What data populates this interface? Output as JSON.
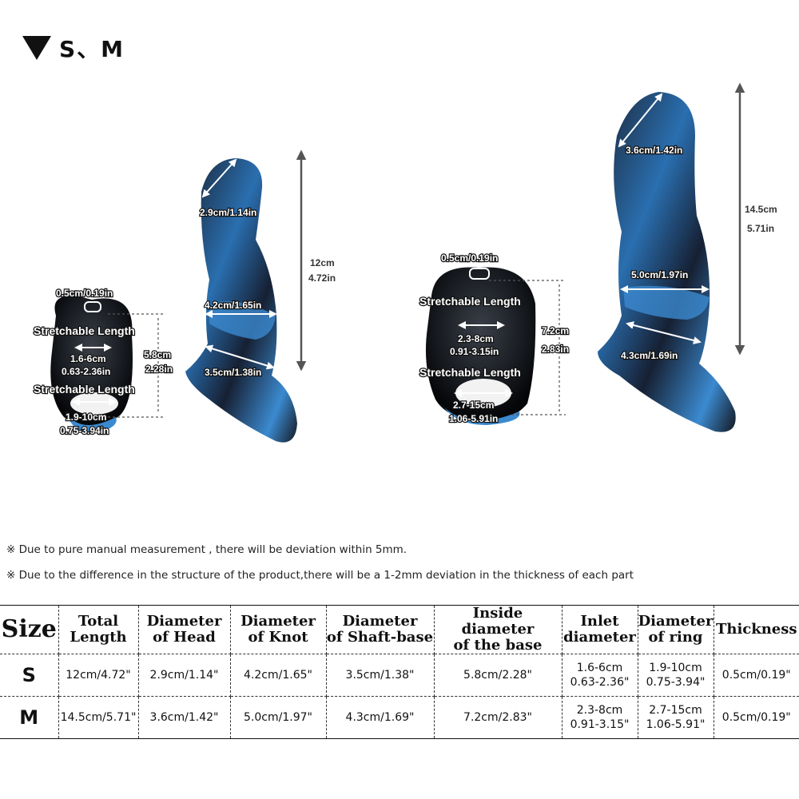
{
  "heading": {
    "text": "S、M"
  },
  "figure": {
    "s": {
      "head": "2.9cm/1.14in",
      "knot": "4.2cm/1.65in",
      "shaft_base": "3.5cm/1.38in",
      "length_cm": "12cm",
      "length_in": "4.72in",
      "thickness": "0.5cm/0.19in",
      "stretch_top": "Stretchable Length",
      "stretch_bottom": "Stretchable Length",
      "inlet_cm": "1.6-6cm",
      "inlet_in": "0.63-2.36in",
      "ring_cm": "1.9-10cm",
      "ring_in": "0.75-3.94in",
      "base_cm": "5.8cm",
      "base_in": "2.28in"
    },
    "m": {
      "head": "3.6cm/1.42in",
      "knot": "5.0cm/1.97in",
      "shaft_base": "4.3cm/1.69in",
      "length_cm": "14.5cm",
      "length_in": "5.71in",
      "thickness": "0.5cm/0.19in",
      "stretch_top": "Stretchable Length",
      "stretch_bottom": "Stretchable Length",
      "inlet_cm": "2.3-8cm",
      "inlet_in": "0.91-3.15in",
      "ring_cm": "2.7-15cm",
      "ring_in": "1.06-5.91in",
      "base_cm": "7.2cm",
      "base_in": "2.83in"
    }
  },
  "notes": [
    "※ Due to pure manual measurement , there will be deviation within 5mm.",
    "※ Due to the difference in the structure of the product,there will be a 1-2mm deviation in the thickness of each part"
  ],
  "table": {
    "headers": [
      "Size",
      "Total\nLength",
      "Diameter\nof Head",
      "Diameter\nof Knot",
      "Diameter\nof Shaft-base",
      "Inside diameter\nof the base",
      "Inlet\ndiameter",
      "Diameter\nof ring",
      "Thickness"
    ],
    "rows": [
      [
        "S",
        "12cm/4.72\"",
        "2.9cm/1.14\"",
        "4.2cm/1.65\"",
        "3.5cm/1.38\"",
        "5.8cm/2.28\"",
        "1.6-6cm\n0.63-2.36\"",
        "1.9-10cm\n0.75-3.94\"",
        "0.5cm/0.19\""
      ],
      [
        "M",
        "14.5cm/5.71\"",
        "3.6cm/1.42\"",
        "5.0cm/1.97\"",
        "4.3cm/1.69\"",
        "7.2cm/2.83\"",
        "2.3-8cm\n0.91-3.15\"",
        "2.7-15cm\n1.06-5.91\"",
        "0.5cm/0.19\""
      ]
    ]
  },
  "colors": {
    "blue": "#2a6fb0",
    "light_blue": "#5aa8e0",
    "dark": "#141821"
  }
}
